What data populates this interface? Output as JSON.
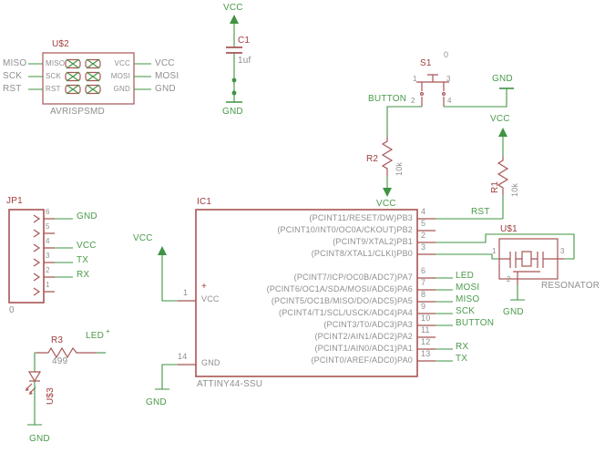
{
  "colors": {
    "component": "#a85454",
    "component_text": "#a03c3c",
    "net": "#3f9342",
    "net_text": "#4a9a4a",
    "gray": "#8f8f8f",
    "background": "#ffffff"
  },
  "isp": {
    "refdes": "U$2",
    "value": "AVRISPSMD",
    "nets_left": [
      "MISO",
      "SCK",
      "RST"
    ],
    "pins_left": [
      "MISO",
      "SCK",
      "RST"
    ],
    "pins_right": [
      "VCC",
      "MOSI",
      "GND"
    ],
    "nets_right": [
      "VCC",
      "MOSI",
      "GND"
    ]
  },
  "c1": {
    "refdes": "C1",
    "value": "1uf",
    "net_top": "VCC",
    "net_bottom": "GND"
  },
  "s1": {
    "refdes": "S1",
    "value": "0",
    "net": "BUTTON",
    "net_gnd": "GND",
    "pin1": "1",
    "pin2": "2",
    "pin3": "3",
    "pin4": "4"
  },
  "r2": {
    "refdes": "R2",
    "value": "10k",
    "net_bottom": "VCC"
  },
  "r1": {
    "refdes": "R1",
    "value": "10k",
    "net_top": "VCC"
  },
  "ic": {
    "refdes": "IC1",
    "value": "ATTINY44-SSU",
    "pin1_num": "1",
    "pin1_plus": "+",
    "pin1_name": "VCC",
    "pin1_net": "VCC",
    "pin14_num": "14",
    "pin14_name": "GND",
    "pin14_net": "GND",
    "pins": [
      {
        "name": "(PCINT11/RESET/DW)PB3",
        "num": "4",
        "net": "RST"
      },
      {
        "name": "(PCINT10/INT0/OC0A/CKOUT)PB2",
        "num": "5",
        "net": ""
      },
      {
        "name": "(PCINT9/XTAL2)PB1",
        "num": "2",
        "net": ""
      },
      {
        "name": "(PCINT8/XTAL1/CLKI)PB0",
        "num": "3",
        "net": ""
      },
      {
        "name": "(PCINT7/ICP/OC0B/ADC7)PA7",
        "num": "6",
        "net": "LED"
      },
      {
        "name": "(PCINT6/OC1A/SDA/MOSI/ADC6)PA6",
        "num": "7",
        "net": "MOSI"
      },
      {
        "name": "(PCINT5/OC1B/MISO/DO/ADC5)PA5",
        "num": "8",
        "net": "MISO"
      },
      {
        "name": "(PCINT4/T1/SCL/USCK/ADC4)PA4",
        "num": "9",
        "net": "SCK"
      },
      {
        "name": "(PCINT3/T0/ADC3)PA3",
        "num": "10",
        "net": "BUTTON"
      },
      {
        "name": "(PCINT2/AIN1/ADC2)PA2",
        "num": "11",
        "net": ""
      },
      {
        "name": "(PCINT1/AIN0/ADC1)PA1",
        "num": "12",
        "net": "RX"
      },
      {
        "name": "(PCINT0/AREF/ADC0)PA0",
        "num": "13",
        "net": "TX"
      }
    ]
  },
  "jp1": {
    "refdes": "JP1",
    "value": "0",
    "pins": [
      {
        "num": "6",
        "net": "GND"
      },
      {
        "num": "5",
        "net": ""
      },
      {
        "num": "4",
        "net": "VCC"
      },
      {
        "num": "3",
        "net": "TX"
      },
      {
        "num": "2",
        "net": "RX"
      },
      {
        "num": "1",
        "net": ""
      }
    ]
  },
  "r3": {
    "refdes": "R3",
    "value": "499",
    "net": "LED",
    "net_plus": "+"
  },
  "led": {
    "refdes": "U$3",
    "net_gnd": "GND"
  },
  "res": {
    "refdes": "U$1",
    "value": "RESONATOR",
    "pin1": "1",
    "pin2": "2",
    "pin3": "3",
    "net_gnd": "GND"
  }
}
